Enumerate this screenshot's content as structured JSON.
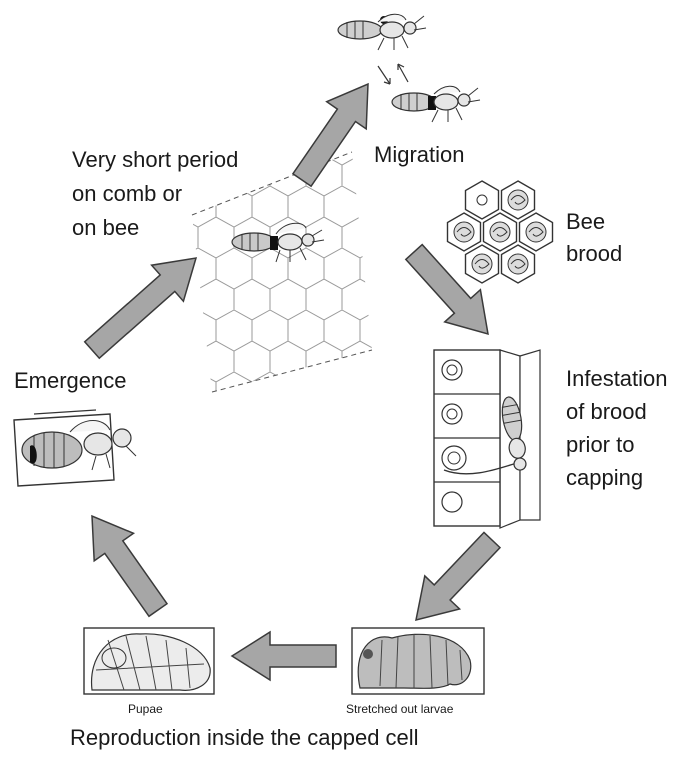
{
  "labels": {
    "migration": "Migration",
    "short_period_1": "Very short period",
    "short_period_2": "on comb or",
    "short_period_3": "on bee",
    "bee_brood_1": "Bee",
    "bee_brood_2": "brood",
    "infestation_1": "Infestation",
    "infestation_2": "of brood",
    "infestation_3": "prior to",
    "infestation_4": "capping",
    "emergence": "Emergence",
    "pupae": "Pupae",
    "stretched_larvae": "Stretched out larvae",
    "caption": "Reproduction inside the capped cell"
  },
  "colors": {
    "arrow_fill": "#a6a6a6",
    "arrow_stroke": "#3a3a3a",
    "ink": "#333333",
    "comb_line": "#9a9a9a",
    "text": "#1a1a1a"
  },
  "icons": [
    "migrating-bees-icon",
    "comb-with-bee-icon",
    "brood-cells-icon",
    "infested-cells-icon",
    "larva-cell-icon",
    "pupa-cell-icon",
    "emerging-bee-icon",
    "cycle-arrow-icon"
  ]
}
